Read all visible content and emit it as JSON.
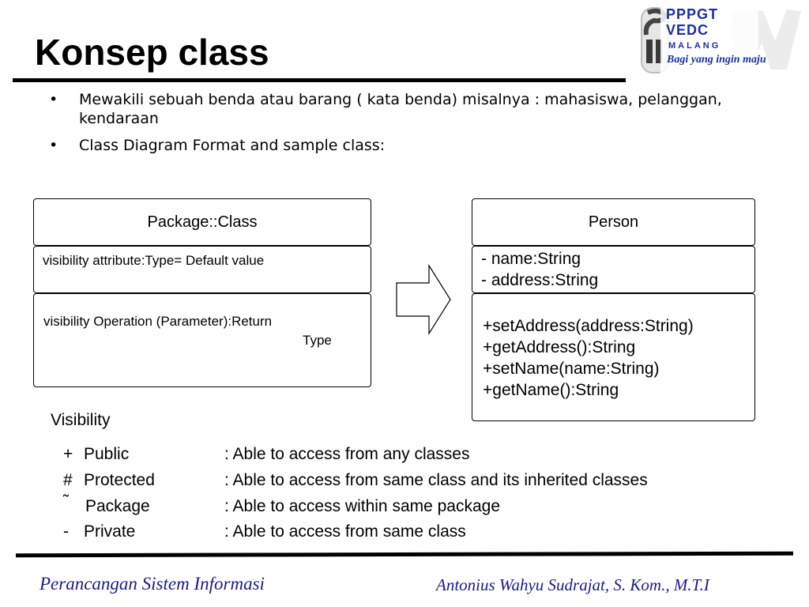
{
  "slide": {
    "title": "Konsep class",
    "bullets": [
      "Mewakili sebuah benda atau barang ( kata benda) misalnya : mahasiswa, pelanggan, kendaraan",
      "Class Diagram Format and sample class:"
    ],
    "bullet_glyph": "•"
  },
  "logo": {
    "line1": "PPPGT",
    "line2": "VEDC",
    "line3": "MALANG",
    "tagline": "Bagi yang ingin maju"
  },
  "format_class": {
    "header": "Package::Class",
    "attribute": "visibility attribute:Type= Default value",
    "operation_line1": "visibility Operation (Parameter):Return",
    "operation_line2": "Type"
  },
  "sample_class": {
    "header": "Person",
    "attributes": [
      "- name:String",
      "- address:String"
    ],
    "operations": [
      "+setAddress(address:String)",
      "+getAddress():String",
      "+setName(name:String)",
      "+getName():String"
    ]
  },
  "visibility": {
    "heading": "Visibility",
    "rows": [
      {
        "symbol": "+",
        "name": "Public",
        "desc": ": Able to access from any classes"
      },
      {
        "symbol": "#",
        "name": "Protected",
        "desc": ": Able to access from same class and its inherited classes"
      },
      {
        "symbol": "˜",
        "name": "Package",
        "desc": ": Able to access within same package"
      },
      {
        "symbol": "-",
        "name": "Private",
        "desc": ": Able to access from same class"
      }
    ]
  },
  "footer": {
    "left": "Perancangan Sistem Informasi",
    "right": "Antonius Wahyu Sudrajat, S. Kom., M.T.I"
  }
}
